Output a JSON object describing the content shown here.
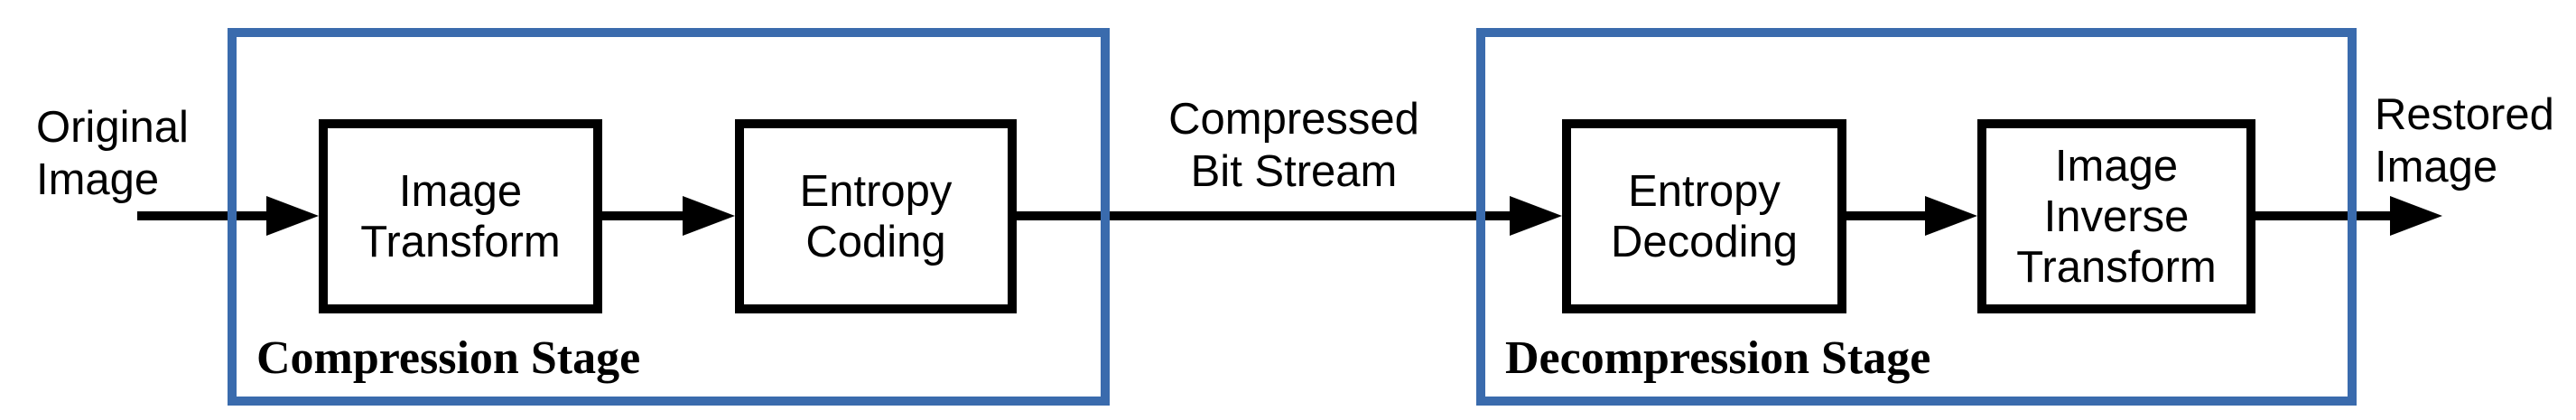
{
  "diagram": {
    "type": "block-diagram",
    "description": "Image compression and decompression pipeline"
  },
  "labels": {
    "input": "Original\nImage",
    "bitstream": "Compressed\nBit Stream",
    "output": "Restored\nImage"
  },
  "compression_stage": {
    "label": "Compression Stage",
    "blocks": [
      {
        "label": "Image\nTransform"
      },
      {
        "label": "Entropy\nCoding"
      }
    ]
  },
  "decompression_stage": {
    "label": "Decompression Stage",
    "blocks": [
      {
        "label": "Entropy\nDecoding"
      },
      {
        "label": "Image\nInverse\nTransform"
      }
    ]
  },
  "colors": {
    "stage_border": "#3A6BAD",
    "block_border": "#000000",
    "arrow": "#000000",
    "text": "#000000",
    "background": "#FFFFFF"
  }
}
